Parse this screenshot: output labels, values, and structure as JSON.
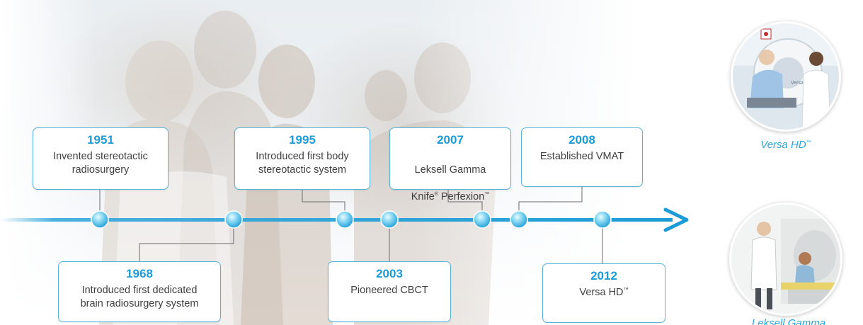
{
  "timeline": {
    "events_above": [
      {
        "year": "1951",
        "text": "Invented stereotactic\nradiosurgery"
      },
      {
        "year": "1995",
        "text": "Introduced first body\nstereotactic system"
      },
      {
        "year": "2007",
        "text_line1": "Leksell Gamma",
        "text_line2a": "Knife",
        "text_line2b": " Perfexion",
        "sup1": "®",
        "sup2": "™"
      },
      {
        "year": "2008",
        "text": "Established VMAT"
      }
    ],
    "events_below": [
      {
        "year": "1968",
        "text": "Introduced first dedicated\nbrain radiosurgery system"
      },
      {
        "year": "2003",
        "text": "Pioneered CBCT"
      },
      {
        "year": "2012",
        "text": "Versa HD",
        "sup": "™"
      }
    ]
  },
  "products": [
    {
      "caption": "Versa HD",
      "sup": "™",
      "photo_label": "Versa HD"
    },
    {
      "caption": "Leksell Gamma"
    }
  ],
  "colors": {
    "accent": "#1d9bd6",
    "axis": "#2aa5dc",
    "box_border": "#5ab4d9"
  }
}
